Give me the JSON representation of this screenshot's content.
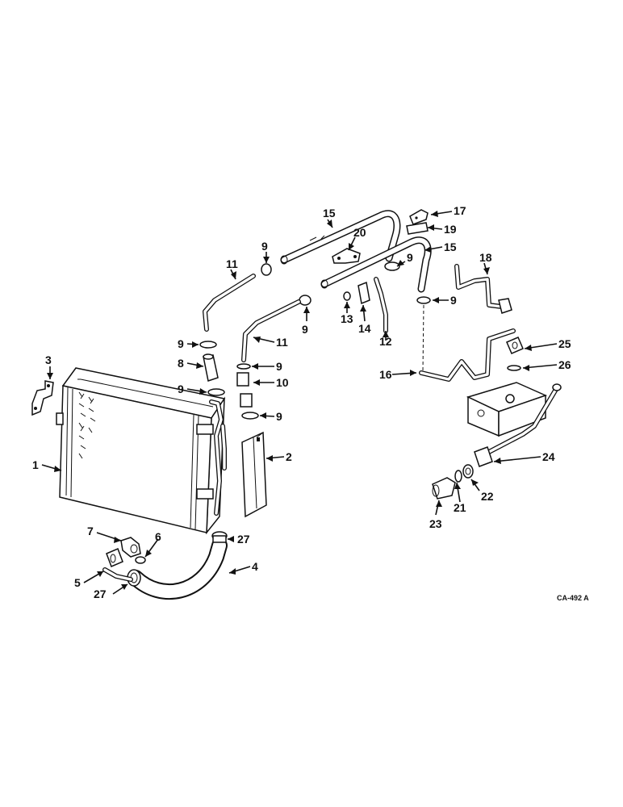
{
  "callouts": {
    "c1": "1",
    "c2": "2",
    "c3": "3",
    "c4": "4",
    "c5": "5",
    "c6": "6",
    "c7": "7",
    "c8": "8",
    "c9a": "9",
    "c9b": "9",
    "c9c": "9",
    "c9d": "9",
    "c9e": "9",
    "c9f": "9",
    "c9g": "9",
    "c9h": "9",
    "c10": "10",
    "c11a": "11",
    "c11b": "11",
    "c12": "12",
    "c13": "13",
    "c14": "14",
    "c15a": "15",
    "c15b": "15",
    "c16": "16",
    "c17": "17",
    "c18": "18",
    "c19": "19",
    "c20": "20",
    "c21": "21",
    "c22": "22",
    "c23": "23",
    "c24": "24",
    "c25": "25",
    "c26": "26",
    "c27a": "27",
    "c27b": "27"
  },
  "drawing_code": "CA-492 A"
}
